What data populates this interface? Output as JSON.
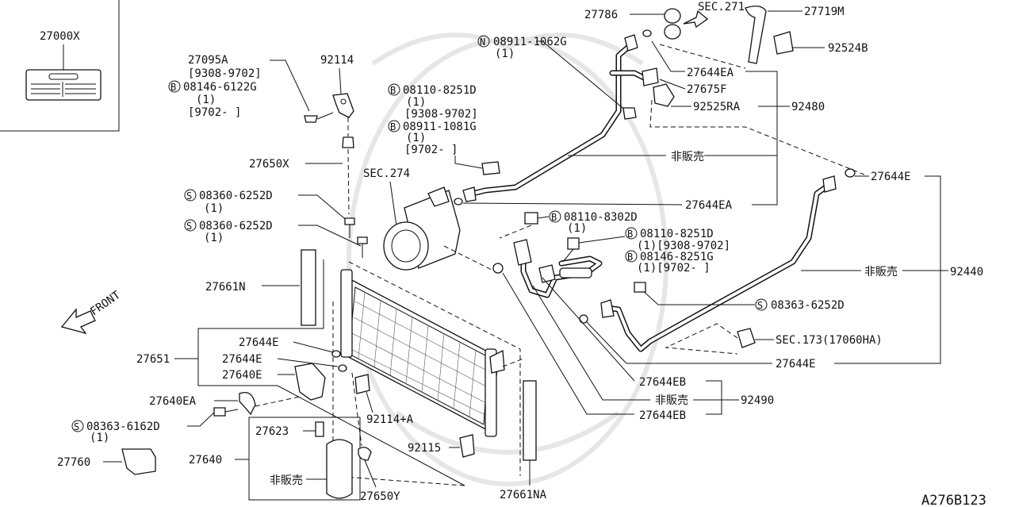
{
  "diagram_code": "A276B123",
  "front_label": "FRONT",
  "colors": {
    "line": "#111111",
    "background": "#ffffff",
    "watermark": "#e6e6e6"
  },
  "circle_marks": {
    "bolt": "B",
    "nut": "N",
    "screw": "S"
  },
  "callouts": {
    "c27000X": "27000X",
    "c27095A": "27095A",
    "c27095A_date": "[9308-9702]",
    "c08146_6122G": "08146-6122G",
    "c08146_6122G_qty": "(1)",
    "c08146_6122G_date": "[9702-    ]",
    "c92114": "92114",
    "c27650X": "27650X",
    "c08360_6252D_a": "08360-6252D",
    "c08360_6252D_a_qty": "(1)",
    "c08360_6252D_b": "08360-6252D",
    "c08360_6252D_b_qty": "(1)",
    "c27661N": "27661N",
    "c27651": "27651",
    "c27644E_a": "27644E",
    "c27644E_b": "27644E",
    "c27640E": "27640E",
    "c27640EA": "27640EA",
    "c08363_6162D": "08363-6162D",
    "c08363_6162D_qty": "(1)",
    "c27623": "27623",
    "c27640": "27640",
    "c27760": "27760",
    "hibaihin_receiver": "非販売",
    "c27650Y": "27650Y",
    "c92114A": "92114+A",
    "c92115": "92115",
    "c27661NA": "27661NA",
    "c27786": "27786",
    "sec271": "SEC.271",
    "c27719M": "27719M",
    "c92524B": "92524B",
    "c08911_1062G": "08911-1062G",
    "c08911_1062G_qty": "(1)",
    "c27644EA_a": "27644EA",
    "c27675F": "27675F",
    "c92525RA": "92525RA",
    "c92480": "92480",
    "c08110_8251D_a": "08110-8251D",
    "c08110_8251D_a_qty": "(1)",
    "c08110_8251D_a_date": "[9308-9702]",
    "c08911_1081G": "08911-1081G",
    "c08911_1081G_qty": "(1)",
    "c08911_1081G_date": "[9702-    ]",
    "hibaihin_upper": "非販売",
    "sec274": "SEC.274",
    "c27644EA_b": "27644EA",
    "c08110_8302D": "08110-8302D",
    "c08110_8302D_qty": "(1)",
    "c08110_8251D_b": "08110-8251D",
    "c08110_8251D_b_qty": "(1)[9308-9702]",
    "c08146_8251G": "08146-8251G",
    "c08146_8251G_qty": "(1)[9702-  ]",
    "c27644E_c": "27644E",
    "hibaihin_mid": "非販売",
    "c92440": "92440",
    "c08363_6252D": "08363-6252D",
    "sec173": "SEC.173(17060HA)",
    "c27644E_d": "27644E",
    "c27644EB_a": "27644EB",
    "hibaihin_lower": "非販売",
    "c92490": "92490",
    "c27644EB_b": "27644EB"
  }
}
